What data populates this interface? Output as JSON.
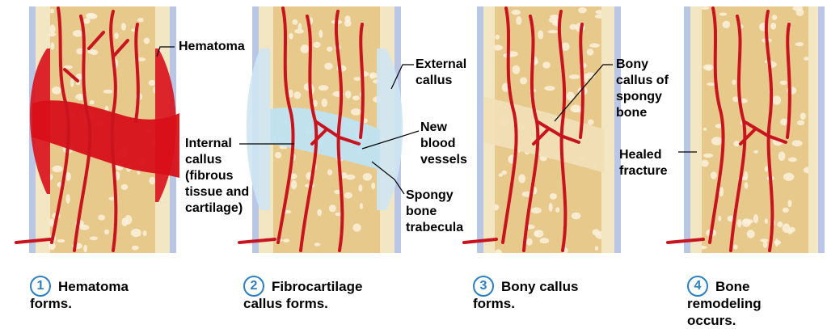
{
  "labels": {
    "hematoma": "Hematoma",
    "internal_callus": "Internal\ncallus\n(fibrous\ntissue and\ncartilage)",
    "external_callus": "External\ncallus",
    "new_blood_vessels": "New\nblood\nvessels",
    "spongy_bone_trabecula": "Spongy\nbone\ntrabecula",
    "bony_callus": "Bony\ncallus of\nspongy\nbone",
    "healed_fracture": "Healed\nfracture"
  },
  "steps": [
    {
      "number": "1",
      "caption": "Hematoma\nforms."
    },
    {
      "number": "2",
      "caption": "Fibrocartilage\ncallus forms."
    },
    {
      "number": "3",
      "caption": "Bony callus\nforms."
    },
    {
      "number": "4",
      "caption": "Bone\nremodeling\noccurs."
    }
  ],
  "colors": {
    "bone_matrix": "#e7c98c",
    "compact_bone": "#f3e6c3",
    "periosteum": "#b9c6e6",
    "marrow_pore": "#fbf1dc",
    "vessel": "#c8141e",
    "hematoma": "#d8101a",
    "fibrocartilage": "#bfe3f2",
    "step_badge": "#2c7fc1"
  }
}
